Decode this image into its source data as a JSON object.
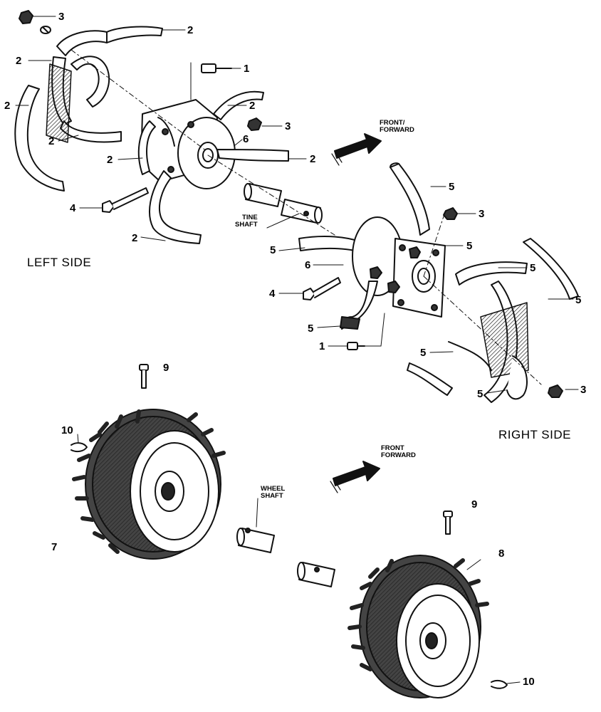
{
  "labels": {
    "side_left": "LEFT SIDE",
    "side_right": "RIGHT SIDE",
    "front_forward_top": "FRONT/\nFORWARD",
    "front_forward_bottom": "FRONT\nFORWARD",
    "tine_shaft": "TINE\nSHAFT",
    "wheel_shaft": "WHEEL\nSHAFT"
  },
  "callouts": {
    "n1": "1",
    "n2": "2",
    "n3": "3",
    "n4": "4",
    "n5": "5",
    "n6": "6",
    "n7": "7",
    "n8": "8",
    "n9": "9",
    "n10": "10"
  },
  "colors": {
    "ink": "#111111",
    "paper": "#ffffff",
    "shade": "#555555"
  }
}
